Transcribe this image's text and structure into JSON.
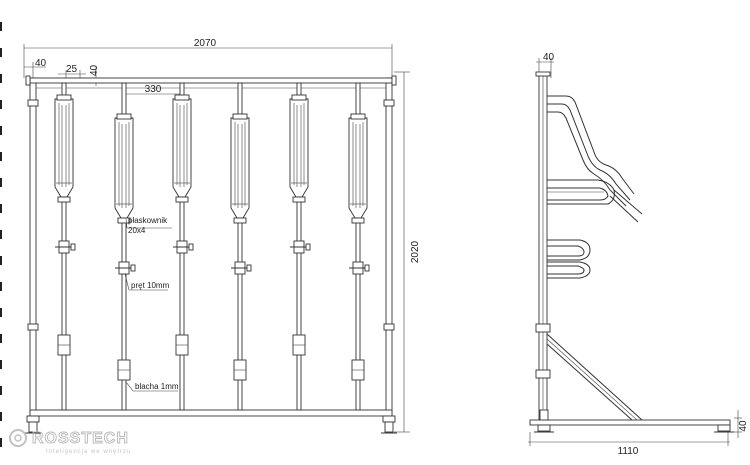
{
  "front_view": {
    "width_dim": "2070",
    "height_dim": "2020",
    "post_dim": "40",
    "offset_dim": "25",
    "rail_dim": "40",
    "spacing_dim": "330",
    "callouts": {
      "flat_bar_line1": "płaskownik",
      "flat_bar_line2": "20x4",
      "rod": "pręt 10mm",
      "sheet": "blacha 1mm"
    }
  },
  "side_view": {
    "top_dim": "40",
    "depth_dim": "1110",
    "foot_dim": "40"
  },
  "logo": {
    "name": "ROSSTECH",
    "tagline": "Inteligencja we wnętrzu"
  }
}
